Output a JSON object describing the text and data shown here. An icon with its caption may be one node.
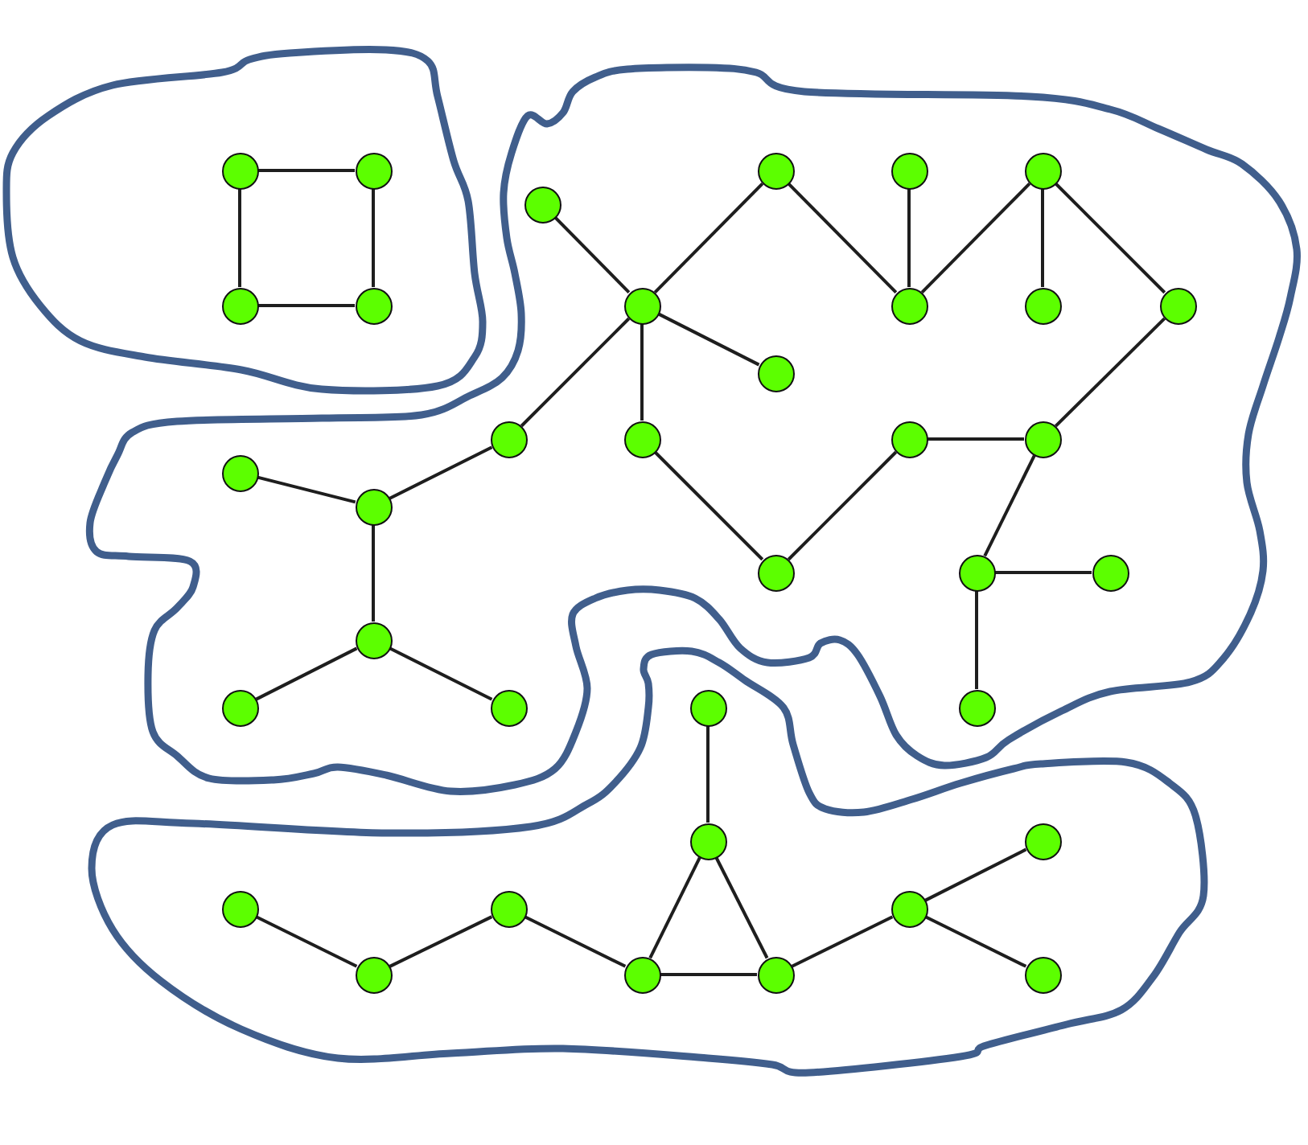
{
  "diagram": {
    "nodes": [
      {
        "text": [],
        "shape": "blob"
      },
      {
        "text": [],
        "shape": "circle",
        "in": 0
      },
      {
        "text": [],
        "shape": "circle",
        "in": 0
      },
      {
        "text": [],
        "shape": "circle",
        "in": 0
      },
      {
        "text": [],
        "shape": "circle",
        "in": 0
      },
      {
        "text": [],
        "shape": "blob"
      },
      {
        "text": [],
        "shape": "circle",
        "in": 5
      },
      {
        "text": [],
        "shape": "circle",
        "in": 5
      },
      {
        "text": [],
        "shape": "circle",
        "in": 5
      },
      {
        "text": [],
        "shape": "circle",
        "in": 5
      },
      {
        "text": [],
        "shape": "circle",
        "in": 5
      },
      {
        "text": [],
        "shape": "circle",
        "in": 5
      },
      {
        "text": [],
        "shape": "circle",
        "in": 5
      },
      {
        "text": [],
        "shape": "circle",
        "in": 5
      },
      {
        "text": [],
        "shape": "circle",
        "in": 5
      },
      {
        "text": [],
        "shape": "circle",
        "in": 5
      },
      {
        "text": [],
        "shape": "circle",
        "in": 5
      },
      {
        "text": [],
        "shape": "circle",
        "in": 5
      },
      {
        "text": [],
        "shape": "circle",
        "in": 5
      },
      {
        "text": [],
        "shape": "circle",
        "in": 5
      },
      {
        "text": [],
        "shape": "circle",
        "in": 5
      },
      {
        "text": [],
        "shape": "circle",
        "in": 5
      },
      {
        "text": [],
        "shape": "circle",
        "in": 5
      },
      {
        "text": [],
        "shape": "circle",
        "in": 5
      },
      {
        "text": [],
        "shape": "circle",
        "in": 5
      },
      {
        "text": [],
        "shape": "circle",
        "in": 5
      },
      {
        "text": [],
        "shape": "circle",
        "in": 5
      },
      {
        "text": [],
        "shape": "circle",
        "in": 5
      },
      {
        "text": [],
        "shape": "blob"
      },
      {
        "text": [],
        "shape": "circle",
        "in": 28
      },
      {
        "text": [],
        "shape": "circle",
        "in": 28
      },
      {
        "text": [],
        "shape": "circle",
        "in": 28
      },
      {
        "text": [],
        "shape": "circle",
        "in": 28
      },
      {
        "text": [],
        "shape": "circle",
        "in": 28
      },
      {
        "text": [],
        "shape": "circle",
        "in": 28
      },
      {
        "text": [],
        "shape": "circle",
        "in": 28
      },
      {
        "text": [],
        "shape": "circle",
        "in": 28
      },
      {
        "text": [],
        "shape": "circle",
        "in": 28
      },
      {
        "text": [],
        "shape": "circle",
        "in": 28
      }
    ],
    "edges": [
      {
        "from": 1,
        "to": 2,
        "arrow": "none"
      },
      {
        "from": 1,
        "to": 3,
        "arrow": "none"
      },
      {
        "from": 2,
        "to": 4,
        "arrow": "none"
      },
      {
        "from": 3,
        "to": 4,
        "arrow": "none"
      },
      {
        "from": 6,
        "to": 10,
        "arrow": "none"
      },
      {
        "from": 10,
        "to": 7,
        "arrow": "none"
      },
      {
        "from": 7,
        "to": 11,
        "arrow": "none"
      },
      {
        "from": 8,
        "to": 11,
        "arrow": "none"
      },
      {
        "from": 11,
        "to": 9,
        "arrow": "none"
      },
      {
        "from": 9,
        "to": 12,
        "arrow": "none"
      },
      {
        "from": 9,
        "to": 13,
        "arrow": "none"
      },
      {
        "from": 10,
        "to": 14,
        "arrow": "none"
      },
      {
        "from": 10,
        "to": 16,
        "arrow": "none"
      },
      {
        "from": 10,
        "to": 15,
        "arrow": "none"
      },
      {
        "from": 15,
        "to": 20,
        "arrow": "none"
      },
      {
        "from": 19,
        "to": 20,
        "arrow": "none"
      },
      {
        "from": 20,
        "to": 24,
        "arrow": "none"
      },
      {
        "from": 24,
        "to": 25,
        "arrow": "none"
      },
      {
        "from": 24,
        "to": 26,
        "arrow": "none"
      },
      {
        "from": 16,
        "to": 21,
        "arrow": "none"
      },
      {
        "from": 21,
        "to": 17,
        "arrow": "none"
      },
      {
        "from": 17,
        "to": 18,
        "arrow": "none"
      },
      {
        "from": 18,
        "to": 13,
        "arrow": "none"
      },
      {
        "from": 18,
        "to": 22,
        "arrow": "none"
      },
      {
        "from": 22,
        "to": 23,
        "arrow": "none"
      },
      {
        "from": 22,
        "to": 27,
        "arrow": "none"
      },
      {
        "from": 29,
        "to": 30,
        "arrow": "none"
      },
      {
        "from": 30,
        "to": 36,
        "arrow": "none"
      },
      {
        "from": 30,
        "to": 37,
        "arrow": "none"
      },
      {
        "from": 36,
        "to": 37,
        "arrow": "none"
      },
      {
        "from": 32,
        "to": 35,
        "arrow": "none"
      },
      {
        "from": 35,
        "to": 33,
        "arrow": "none"
      },
      {
        "from": 33,
        "to": 36,
        "arrow": "none"
      },
      {
        "from": 37,
        "to": 34,
        "arrow": "none"
      },
      {
        "from": 34,
        "to": 31,
        "arrow": "none"
      },
      {
        "from": 34,
        "to": 38,
        "arrow": "none"
      }
    ]
  }
}
